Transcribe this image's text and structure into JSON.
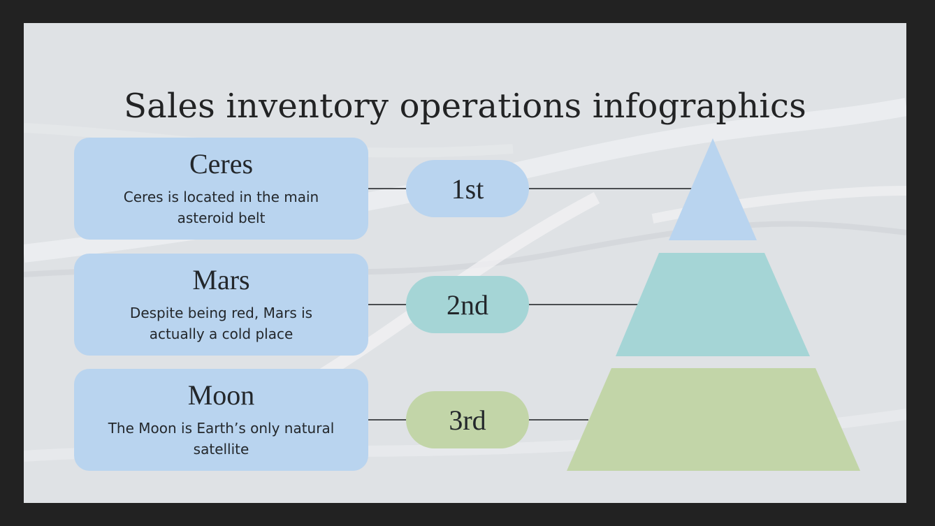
{
  "title": "Sales inventory operations infographics",
  "colors": {
    "frame": "#222222",
    "sheet": "#dfe2e5",
    "card": "#b9d4ef",
    "tier1": "#b9d4ef",
    "tier2": "#a5d5d6",
    "tier3": "#c2d5a8",
    "text": "#23272b",
    "connector": "#4a4d50"
  },
  "items": [
    {
      "name": "Ceres",
      "description": "Ceres is located in the main asteroid belt",
      "rank": "1st"
    },
    {
      "name": "Mars",
      "description": "Despite being red, Mars is actually a cold place",
      "rank": "2nd"
    },
    {
      "name": "Moon",
      "description": "The Moon is Earth’s only natural satellite",
      "rank": "3rd"
    }
  ]
}
